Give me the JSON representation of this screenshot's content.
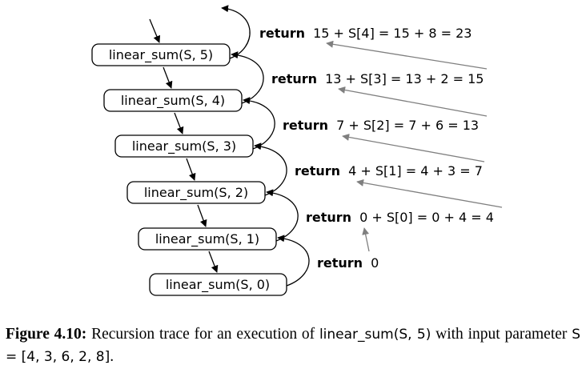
{
  "trace": {
    "calls": [
      "linear_sum(S, 5)",
      "linear_sum(S, 4)",
      "linear_sum(S, 3)",
      "linear_sum(S, 2)",
      "linear_sum(S, 1)",
      "linear_sum(S, 0)"
    ],
    "return_keyword": "return",
    "returns": [
      "15 + S[4] = 15 + 8 = 23",
      "13 + S[3] = 13 + 2 = 15",
      "7 + S[2] = 7 + 6 = 13",
      "4 + S[1] = 4 + 3 = 7",
      "0 + S[0] = 0 + 4 = 4",
      "0"
    ]
  },
  "caption": {
    "figure_label": "Figure 4.10:",
    "text_before": " Recursion trace for an execution of ",
    "code_call": "linear_sum(S, 5)",
    "text_middle": " with input parameter ",
    "code_param": "S = [4, 3, 6, 2, 8]",
    "text_after": "."
  },
  "colors": {
    "box_stroke": "#000000",
    "call_arrow": "#000000",
    "value_arrow": "#7f7f7f"
  }
}
